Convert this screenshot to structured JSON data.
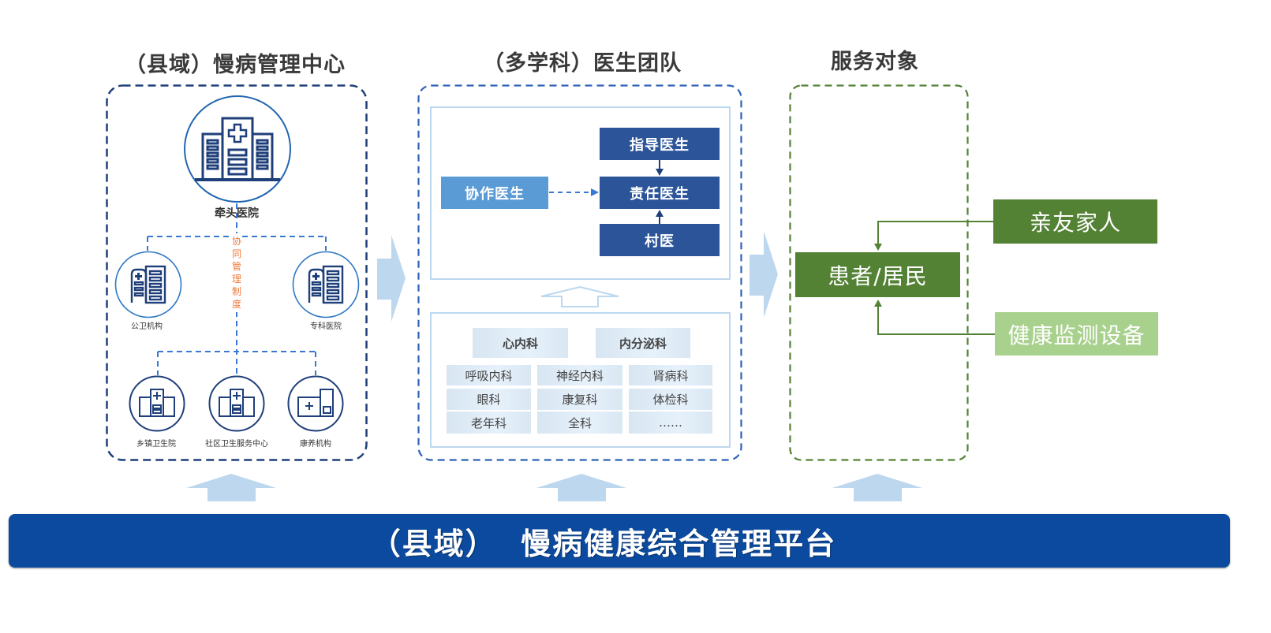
{
  "colors": {
    "navy": "#1f3f7a",
    "team_blue": "#2b5499",
    "light_blue": "#5b9bd5",
    "arrow_blue": "#bdd7ee",
    "green_dark": "#548235",
    "green_light": "#a9d18e",
    "orange": "#f07a3c",
    "platform": "#0b4a9e"
  },
  "sections": {
    "center": {
      "title": "（县域）慢病管理中心",
      "lead_hospital": "牵头医院",
      "mechanism": "协同管理制度",
      "tier2": [
        {
          "label": "公卫机构",
          "icon": "public-health-building-icon"
        },
        {
          "label": "专科医院",
          "icon": "specialty-hospital-building-icon"
        }
      ],
      "tier3": [
        {
          "label": "乡镇卫生院",
          "icon": "township-clinic-icon"
        },
        {
          "label": "社区卫生服务中心",
          "icon": "community-health-center-icon"
        },
        {
          "label": "康养机构",
          "icon": "elderly-care-facility-icon"
        }
      ]
    },
    "team": {
      "title": "（多学科）医生团队",
      "guide_doctor": "指导医生",
      "responsible_doctor": "责任医生",
      "village_doctor": "村医",
      "collab_doctor": "协作医生",
      "major_departments": [
        "心内科",
        "内分泌科"
      ],
      "departments": [
        [
          "呼吸内科",
          "神经内科",
          "肾病科"
        ],
        [
          "眼科",
          "康复科",
          "体检科"
        ],
        [
          "老年科",
          "全科",
          "……"
        ]
      ]
    },
    "service": {
      "title": "服务对象",
      "patient": "患者/居民",
      "family": "亲友家人",
      "device": "健康监测设备"
    }
  },
  "platform": {
    "title": "（县域）  慢病健康综合管理平台"
  }
}
